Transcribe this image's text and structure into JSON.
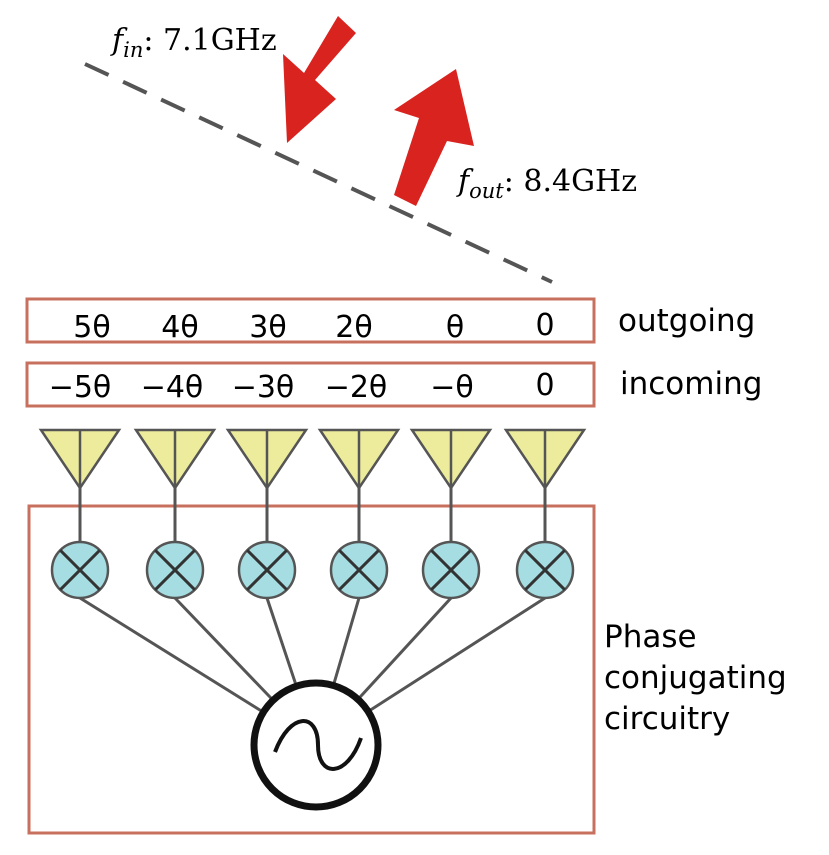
{
  "signals": {
    "incident": {
      "symbol": "f",
      "subscript": "in",
      "value": ": 7.1GHz"
    },
    "retro": {
      "symbol": "f",
      "subscript": "out",
      "value": ": 8.4GHz"
    }
  },
  "phase_rows": {
    "outgoing": {
      "label": "outgoing",
      "phases": [
        "5θ",
        "4θ",
        "3θ",
        "2θ",
        "θ",
        "0"
      ]
    },
    "incoming": {
      "label": "incoming",
      "phases": [
        "−5θ",
        "−4θ",
        "−3θ",
        "−2θ",
        "−θ",
        "0"
      ]
    }
  },
  "circuit": {
    "label_lines": [
      "Phase",
      "conjugating",
      "circuitry"
    ],
    "element_count": 6
  },
  "colors": {
    "arrow": "#d9231f",
    "box_border": "#c8705e",
    "antenna_fill": "#ecec9c",
    "mixer_fill": "#a6dde2",
    "wire": "#555555",
    "wavefront": "#555555"
  },
  "icons": {
    "antenna": "antenna-triangle-icon",
    "mixer": "mixer-cross-icon",
    "oscillator": "sine-oscillator-icon"
  }
}
